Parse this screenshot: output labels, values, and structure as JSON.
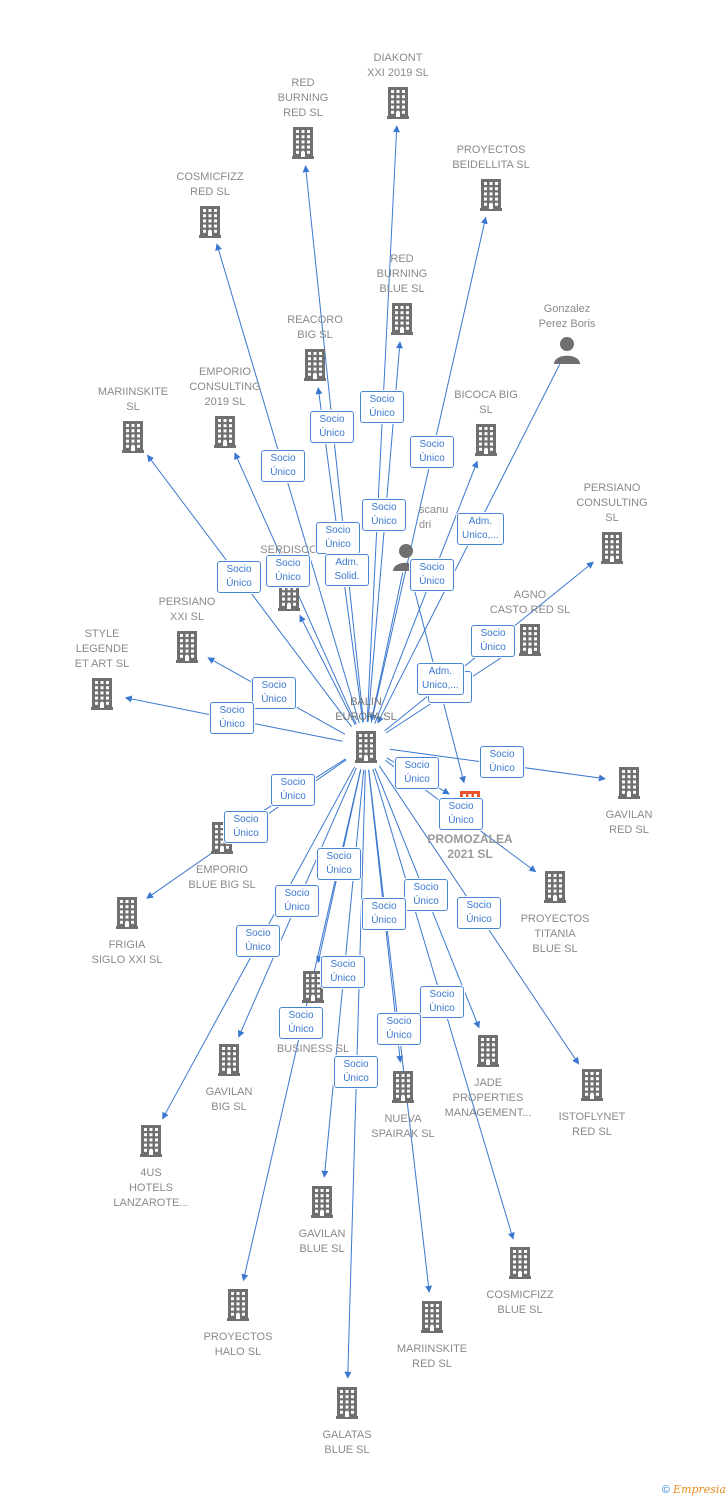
{
  "nodes": [
    {
      "id": "balin",
      "label": "BALIN\nEUROPA  SL",
      "icon": "building-icon",
      "kind": "center"
    },
    {
      "id": "promozalea",
      "label": "PROMOZALEA\n2021  SL",
      "icon": "building-icon",
      "kind": "highlight"
    },
    {
      "id": "diakont",
      "label": "DIAKONT\nXXI 2019  SL",
      "icon": "building-icon"
    },
    {
      "id": "red_burning_red",
      "label": "RED\nBURNING\nRED  SL",
      "icon": "building-icon"
    },
    {
      "id": "proyectos_beidellita",
      "label": "PROYECTOS\nBEIDELLITA  SL",
      "icon": "building-icon"
    },
    {
      "id": "cosmicfizz_red",
      "label": "COSMICFIZZ\nRED  SL",
      "icon": "building-icon"
    },
    {
      "id": "red_burning_blue",
      "label": "RED\nBURNING\nBLUE  SL",
      "icon": "building-icon"
    },
    {
      "id": "gonzalez",
      "label": "Gonzalez\nPerez Boris",
      "icon": "person-icon"
    },
    {
      "id": "reacoro",
      "label": "REACORO\nBIG  SL",
      "icon": "building-icon"
    },
    {
      "id": "emporio_consulting",
      "label": "EMPORIO\nCONSULTING\n2019  SL",
      "icon": "building-icon"
    },
    {
      "id": "mariinskite_sl",
      "label": "MARIINSKITE\nSL",
      "icon": "building-icon"
    },
    {
      "id": "bicoca",
      "label": "BICOCA BIG\nSL",
      "icon": "building-icon"
    },
    {
      "id": "person_scanu",
      "label": "scanu\ndri",
      "icon": "person-icon"
    },
    {
      "id": "persiano_consulting",
      "label": "PERSIANO\nCONSULTING\nSL",
      "icon": "building-icon"
    },
    {
      "id": "serdisco",
      "label": "SERDISCO\nSL",
      "icon": "building-icon"
    },
    {
      "id": "agno",
      "label": "AGNO\nCASTO RED  SL",
      "icon": "building-icon"
    },
    {
      "id": "persiano_xxi",
      "label": "PERSIANO\nXXI  SL",
      "icon": "building-icon"
    },
    {
      "id": "style_legende",
      "label": "STYLE\nLEGENDE\nET ART  SL",
      "icon": "building-icon"
    },
    {
      "id": "gavilan_red",
      "label": "GAVILAN\nRED  SL",
      "icon": "building-icon"
    },
    {
      "id": "emporio_blue",
      "label": "EMPORIO\nBLUE BIG  SL",
      "icon": "building-icon"
    },
    {
      "id": "proyectos_titania",
      "label": "PROYECTOS\nTITANIA\nBLUE  SL",
      "icon": "building-icon"
    },
    {
      "id": "frigia",
      "label": "FRIGIA\nSIGLO XXI  SL",
      "icon": "building-icon"
    },
    {
      "id": "business",
      "label": "O\nO\nBUSINESS  SL",
      "icon": "building-icon"
    },
    {
      "id": "gavilan_big",
      "label": "GAVILAN\nBIG  SL",
      "icon": "building-icon"
    },
    {
      "id": "jade",
      "label": "JADE\nPROPERTIES\nMANAGEMENT...",
      "icon": "building-icon"
    },
    {
      "id": "nueva_spairak",
      "label": "NUEVA\nSPAIRAK  SL",
      "icon": "building-icon"
    },
    {
      "id": "istoflynet",
      "label": "ISTOFLYNET\nRED  SL",
      "icon": "building-icon"
    },
    {
      "id": "4us",
      "label": "4US\nHOTELS\nLANZAROTE...",
      "icon": "building-icon"
    },
    {
      "id": "gavilan_blue",
      "label": "GAVILAN\nBLUE  SL",
      "icon": "building-icon"
    },
    {
      "id": "cosmicfizz_blue",
      "label": "COSMICFIZZ\nBLUE  SL",
      "icon": "building-icon"
    },
    {
      "id": "proyectos_halo",
      "label": "PROYECTOS\nHALO  SL",
      "icon": "building-icon"
    },
    {
      "id": "mariinskite_red",
      "label": "MARIINSKITE\nRED  SL",
      "icon": "building-icon"
    },
    {
      "id": "galatas",
      "label": "GALATAS\nBLUE  SL",
      "icon": "building-icon"
    }
  ],
  "edges": [
    {
      "from": "balin",
      "to": "diakont",
      "label": "Socio\nÚnico"
    },
    {
      "from": "balin",
      "to": "red_burning_red",
      "label": "Socio\nÚnico"
    },
    {
      "from": "balin",
      "to": "proyectos_beidellita",
      "label": "Socio\nÚnico"
    },
    {
      "from": "balin",
      "to": "cosmicfizz_red",
      "label": "Socio\nÚnico"
    },
    {
      "from": "balin",
      "to": "red_burning_blue",
      "label": "Socio\nÚnico"
    },
    {
      "from": "balin",
      "to": "reacoro",
      "label": "Socio\nÚnico"
    },
    {
      "from": "balin",
      "to": "emporio_consulting",
      "label": "Socio\nÚnico"
    },
    {
      "from": "balin",
      "to": "mariinskite_sl",
      "label": "Socio\nÚnico"
    },
    {
      "from": "balin",
      "to": "bicoca",
      "label": "Socio\nÚnico"
    },
    {
      "from": "balin",
      "to": "serdisco",
      "label": "Socio\nÚnico"
    },
    {
      "from": "balin",
      "to": "persiano_consulting",
      "label": "Socio\nÚnico"
    },
    {
      "from": "balin",
      "to": "agno",
      "label": "Socio\nÚnico"
    },
    {
      "from": "balin",
      "to": "persiano_xxi",
      "label": "Socio\nÚnico"
    },
    {
      "from": "balin",
      "to": "style_legende",
      "label": "Socio\nÚnico"
    },
    {
      "from": "balin",
      "to": "gavilan_red",
      "label": "Socio\nÚnico"
    },
    {
      "from": "balin",
      "to": "promozalea",
      "label": "Socio\nÚnico"
    },
    {
      "from": "balin",
      "to": "emporio_blue",
      "label": "Socio\nÚnico"
    },
    {
      "from": "balin",
      "to": "proyectos_titania",
      "label": "Socio\nÚnico"
    },
    {
      "from": "balin",
      "to": "frigia",
      "label": "Socio\nÚnico"
    },
    {
      "from": "balin",
      "to": "business",
      "label": "Socio\nÚnico"
    },
    {
      "from": "balin",
      "to": "gavilan_big",
      "label": "Socio\nÚnico"
    },
    {
      "from": "balin",
      "to": "jade",
      "label": "Socio\nÚnico"
    },
    {
      "from": "balin",
      "to": "nueva_spairak",
      "label": "Socio\nÚnico"
    },
    {
      "from": "balin",
      "to": "istoflynet",
      "label": "Socio\nÚnico"
    },
    {
      "from": "balin",
      "to": "4us",
      "label": "Socio\nÚnico"
    },
    {
      "from": "balin",
      "to": "gavilan_blue",
      "label": "Socio\nÚnico"
    },
    {
      "from": "balin",
      "to": "cosmicfizz_blue",
      "label": "Socio\nÚnico"
    },
    {
      "from": "balin",
      "to": "proyectos_halo",
      "label": "Socio\nÚnico"
    },
    {
      "from": "balin",
      "to": "mariinskite_red",
      "label": "Socio\nÚnico"
    },
    {
      "from": "balin",
      "to": "galatas",
      "label": "Socio\nÚnico"
    },
    {
      "from": "gonzalez",
      "to": "balin",
      "label": "Adm.\nUnico,..."
    },
    {
      "from": "person_scanu",
      "to": "balin",
      "label": "Adm.\nSolid."
    },
    {
      "from": "person_scanu",
      "to": "promozalea",
      "label": "Adm.\nUnico,..."
    }
  ],
  "colors": {
    "edge": "#3a78d0",
    "node": "#6f6f6f",
    "highlight": "#e8542c",
    "label": "#8a8a8a"
  },
  "footer": {
    "copyright": "©",
    "brand": "Empresia"
  }
}
